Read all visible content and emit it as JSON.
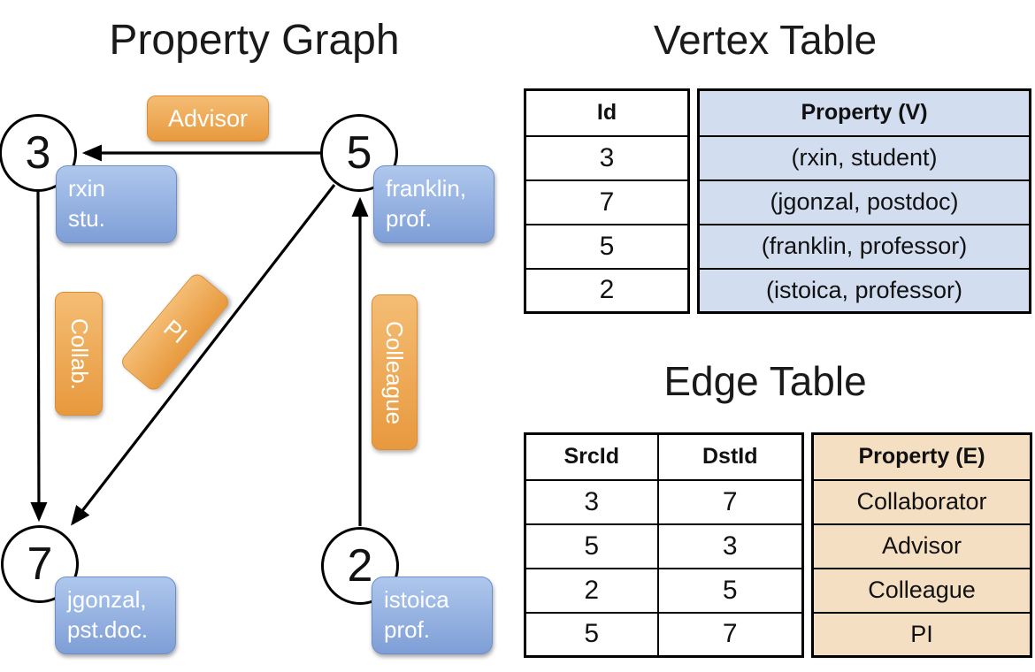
{
  "graph": {
    "title": "Property Graph",
    "vertices": [
      {
        "id": "3",
        "prop": [
          "rxin",
          "stu."
        ]
      },
      {
        "id": "5",
        "prop": [
          "franklin,",
          "prof."
        ]
      },
      {
        "id": "7",
        "prop": [
          "jgonzal,",
          "pst.doc."
        ]
      },
      {
        "id": "2",
        "prop": [
          "istoica",
          "prof."
        ]
      }
    ],
    "edge_labels": {
      "advisor": "Advisor",
      "collab": "Collab.",
      "pi": "PI",
      "colleague": "Colleague"
    }
  },
  "vertex_table": {
    "title": "Vertex Table",
    "columns": {
      "id": "Id",
      "property": "Property (V)"
    },
    "rows": [
      {
        "id": "3",
        "property": "(rxin, student)"
      },
      {
        "id": "7",
        "property": "(jgonzal, postdoc)"
      },
      {
        "id": "5",
        "property": "(franklin, professor)"
      },
      {
        "id": "2",
        "property": "(istoica, professor)"
      }
    ]
  },
  "edge_table": {
    "title": "Edge Table",
    "columns": {
      "src": "SrcId",
      "dst": "DstId",
      "property": "Property (E)"
    },
    "rows": [
      {
        "src": "3",
        "dst": "7",
        "property": "Collaborator"
      },
      {
        "src": "5",
        "dst": "3",
        "property": "Advisor"
      },
      {
        "src": "2",
        "dst": "5",
        "property": "Colleague"
      },
      {
        "src": "5",
        "dst": "7",
        "property": "PI"
      }
    ]
  },
  "colors": {
    "edge_label_box": "#eda647",
    "vertex_prop_box": "#8fafdf",
    "vertex_cell_bg": "#d3ddf0",
    "edge_cell_bg": "#f4dfc3",
    "line": "#000000"
  }
}
